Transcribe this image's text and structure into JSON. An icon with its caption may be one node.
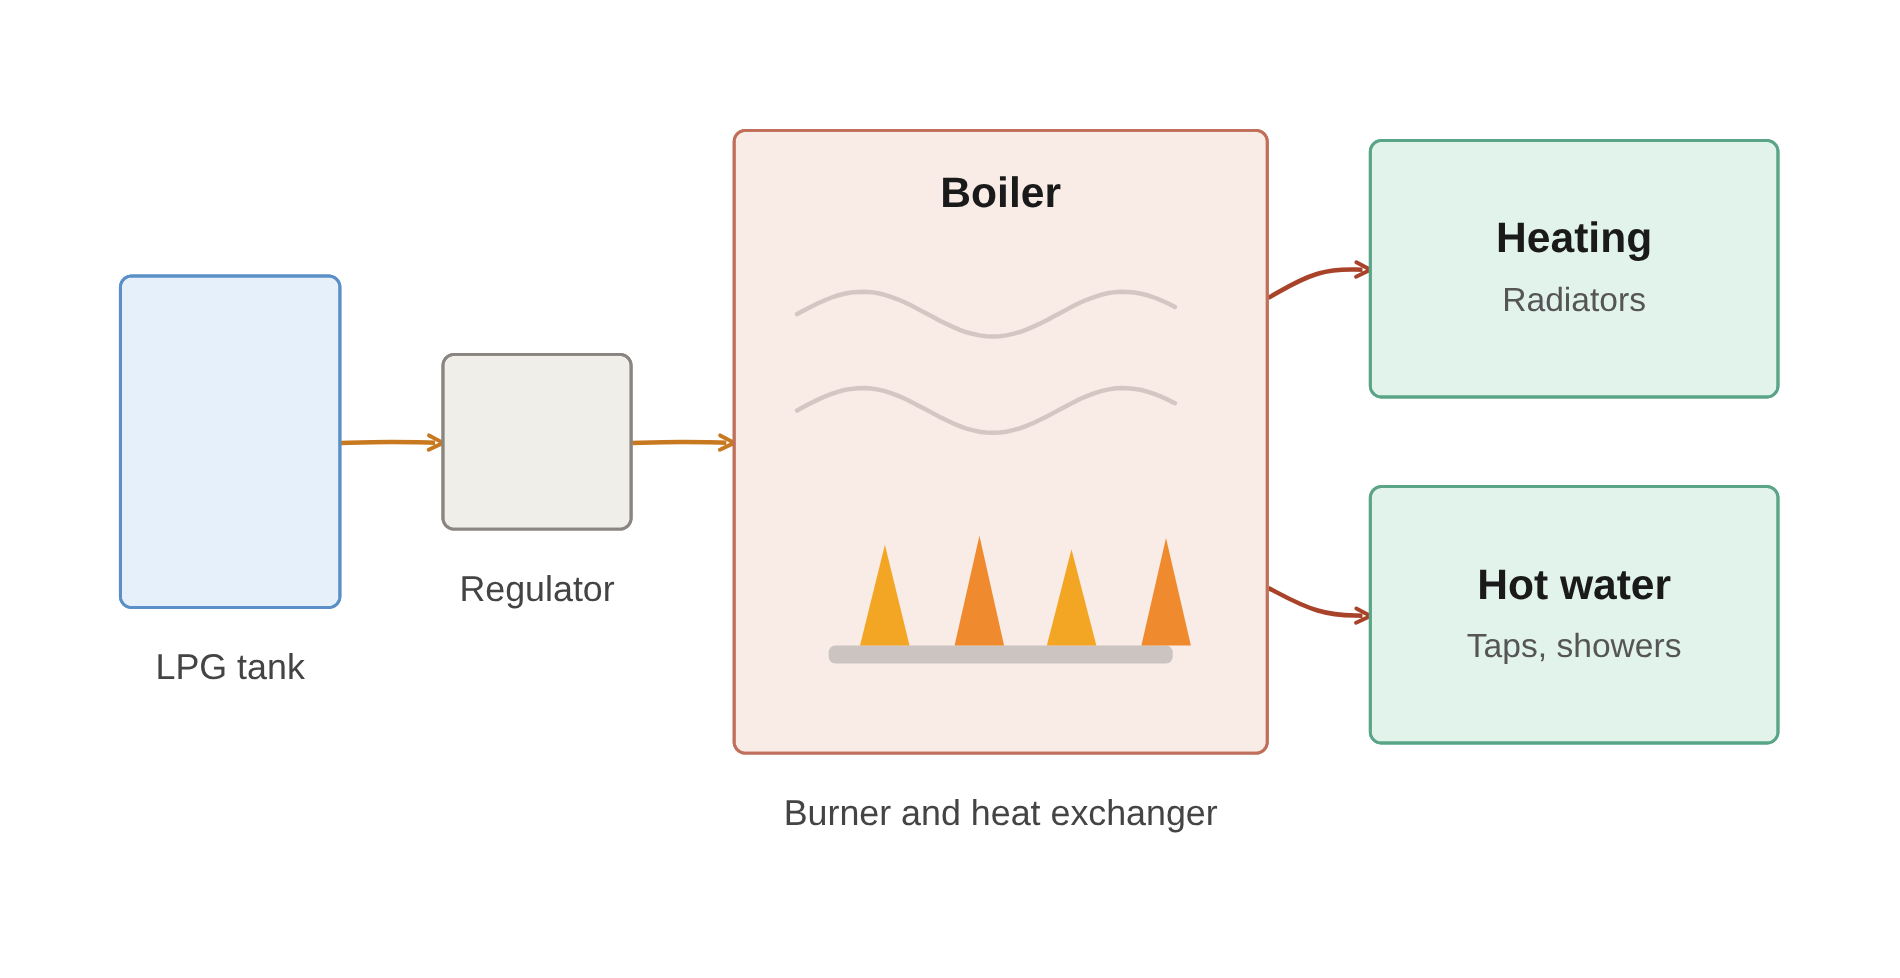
{
  "diagram": {
    "nodes": [
      {
        "text": [],
        "shape": "box",
        "beside": [
          "LPG tank"
        ]
      },
      {
        "text": [],
        "shape": "box",
        "beside": [
          "Regulator"
        ]
      },
      {
        "text": [
          "Boiler"
        ],
        "beside": [
          "Burner and heat exchanger"
        ]
      },
      {
        "text": [
          "Heating",
          "Radiators"
        ]
      },
      {
        "text": [
          "Hot water",
          "Taps, showers"
        ]
      }
    ],
    "edges": [
      {
        "from": 0,
        "to": 1,
        "arrow": "to",
        "color": "#c8781e"
      },
      {
        "from": 1,
        "to": 2,
        "arrow": "to",
        "color": "#c8781e"
      },
      {
        "from": 2,
        "to": 3,
        "arrow": "to",
        "color": "#a8432a"
      },
      {
        "from": 2,
        "to": 4,
        "arrow": "to",
        "color": "#a8432a"
      }
    ]
  }
}
